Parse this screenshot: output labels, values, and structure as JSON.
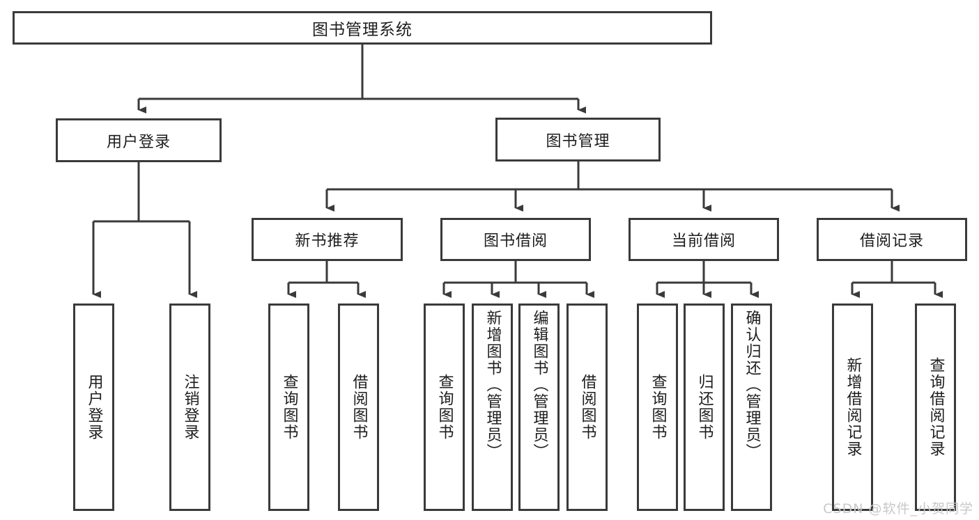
{
  "diagram": {
    "type": "tree-hierarchy-diagram",
    "title": "图书管理系统",
    "watermark": "CSDN @软件_小贺同学",
    "colors": {
      "box_border": "#3a3a3a",
      "box_fill": "#ffffff",
      "connector": "#3a3a3a",
      "text": "#1d1d1d",
      "watermark": "#c8c8c8"
    },
    "root": {
      "label": "图书管理系统"
    },
    "level2": [
      {
        "label": "用户登录"
      },
      {
        "label": "图书管理"
      }
    ],
    "level3": [
      {
        "label": "新书推荐"
      },
      {
        "label": "图书借阅"
      },
      {
        "label": "当前借阅"
      },
      {
        "label": "借阅记录"
      }
    ],
    "leaves": {
      "user_login": [
        {
          "label": "用户登录"
        },
        {
          "label": "注销登录"
        }
      ],
      "new_book_recommend": [
        {
          "label": "查询图书"
        },
        {
          "label": "借阅图书"
        }
      ],
      "book_borrow": [
        {
          "label": "查询图书"
        },
        {
          "label": "新增图书（管理员）"
        },
        {
          "label": "编辑图书（管理员）"
        },
        {
          "label": "借阅图书"
        }
      ],
      "current_borrow": [
        {
          "label": "查询图书"
        },
        {
          "label": "归还图书"
        },
        {
          "label": "确认归还（管理员）"
        }
      ],
      "borrow_record": [
        {
          "label": "新增借阅记录"
        },
        {
          "label": "查询借阅记录"
        }
      ]
    }
  }
}
